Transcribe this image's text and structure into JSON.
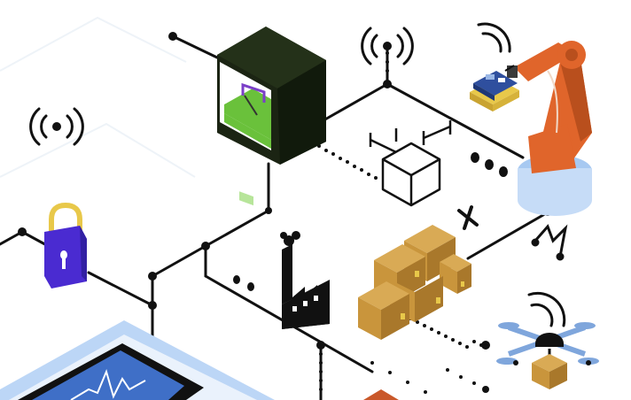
{
  "scene": {
    "elements": [
      "3d-printer",
      "robot-arm",
      "boxes",
      "drone",
      "factory",
      "padlock",
      "wireframe-cube",
      "monitor"
    ],
    "colors": {
      "line": "#111111",
      "printer_frame": "#1b2413",
      "printer_bed": "#6ac13b",
      "robot_orange": "#e0652b",
      "robot_base": "#c6dcf7",
      "lock_body": "#4a2bd1",
      "lock_shackle": "#e8c84a",
      "box": "#c9953c",
      "box_dark": "#9c6f25",
      "drone_blue": "#7fa6dc",
      "monitor_frame": "#bcd6f6",
      "monitor_screen": "#3f6fc7"
    }
  }
}
